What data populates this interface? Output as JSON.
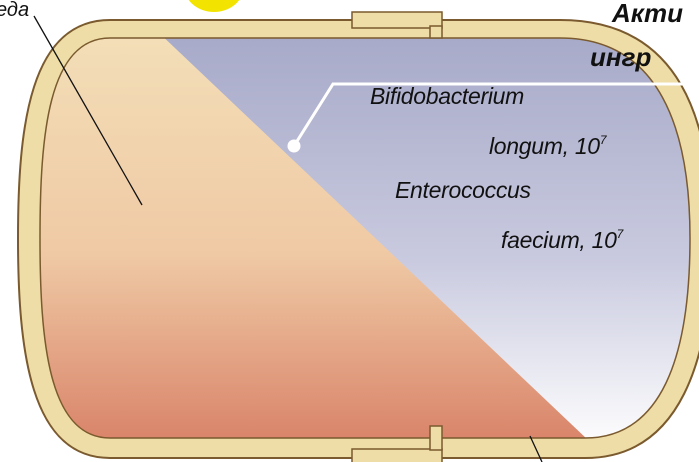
{
  "diagram": {
    "top_left_label": "еда",
    "header_line_1": "Акти",
    "header_line_2": "ингр",
    "ingredients": [
      {
        "line1": "Bifidobacterium",
        "line2": "longum, 10",
        "exponent": "7"
      },
      {
        "line1": "Enterococcus",
        "line2": "faecium, 10",
        "exponent": "7"
      }
    ],
    "colors": {
      "shell": "#eedda6",
      "shell_outline": "#7a5a2e",
      "powder_top": "#f3dfb8",
      "powder_bottom": "#dc8a6c",
      "upper_fill_top": "#a7aac9",
      "upper_fill_bottom": "#ffffff",
      "accent_yellow": "#f2e400"
    }
  }
}
